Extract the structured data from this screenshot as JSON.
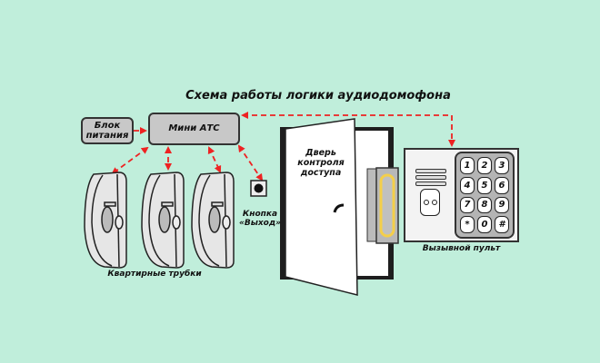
{
  "title": "Схема работы логики аудиодомофона",
  "nodes": {
    "power_supply": "Блок питания",
    "mini_pbx": "Мини АТС",
    "handsets_label": "Квартирные трубки",
    "exit_button_label_line1": "Кнопка",
    "exit_button_label_line2": "«Выход»",
    "door_label_line1": "Дверь",
    "door_label_line2": "контроля",
    "door_label_line3": "доступа",
    "call_panel_label": "Вызывной пульт"
  },
  "keypad": {
    "keys": [
      "1",
      "2",
      "3",
      "4",
      "5",
      "6",
      "7",
      "8",
      "9",
      "*",
      "0",
      "#"
    ]
  },
  "colors": {
    "background": "#c0eedb",
    "connection": "#ee2222",
    "box_fill": "#c8c8c8",
    "lock_highlight": "#f4cf4a"
  }
}
